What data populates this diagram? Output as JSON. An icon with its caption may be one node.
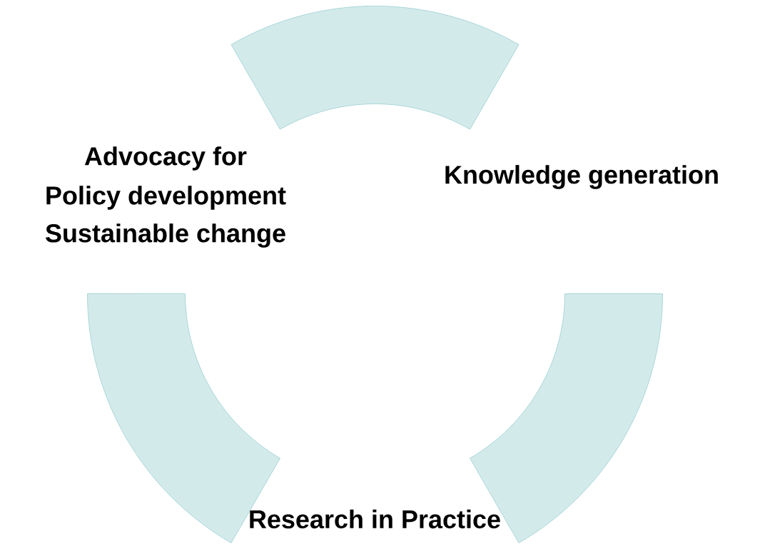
{
  "diagram": {
    "nodes": [
      {
        "text": [],
        "shape": "arc"
      },
      {
        "text": [],
        "shape": "arc"
      },
      {
        "text": [],
        "shape": "arc"
      }
    ],
    "labels": [
      "Advocacy for",
      "Policy development",
      "Sustainable change",
      "Knowledge generation",
      "Research in Practice"
    ]
  }
}
